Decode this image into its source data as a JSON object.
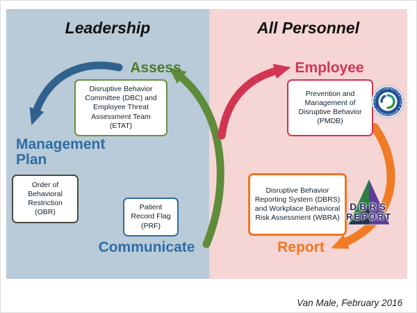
{
  "header": {
    "left_title": "Leadership",
    "right_title": "All Personnel"
  },
  "cycle_labels": {
    "assess": "Assess",
    "management_plan": "Management Plan",
    "communicate": "Communicate",
    "employee": "Employee",
    "report": "Report"
  },
  "boxes": {
    "dbc_etat": "Disruptive Behavior Committee (DBC) and Employee Threat Assessment Team (ETAT)",
    "obr": "Order of Behavioral Restriction (OBR)",
    "prf": "Patient Record Flag (PRF)",
    "pmdb": "Prevention and Management of Disruptive Behavior (PMDB)",
    "dbrs_wbra": "Disruptive Behavior Reporting System (DBRS) and Workplace Behavioral Risk Assessment (WBRA)"
  },
  "badges": {
    "pmdb_seal_text": "PREVENTION & MANAGEMENT • DISRUPTIVE BEHAVIOR",
    "dbrs_logo_line1": "DBRS",
    "dbrs_logo_line2": "REPORT"
  },
  "footer": {
    "attribution": "Van Male, February 2016"
  },
  "colors": {
    "leadership_bg": "#b9cbd8",
    "personnel_bg": "#f6d5d5",
    "assess_green": "#4f7b2a",
    "plan_blue": "#2e6da4",
    "employee_red": "#d13551",
    "report_orange": "#ee7623",
    "arrow_blue": "#30618f",
    "arrow_green": "#5f8c3a"
  }
}
